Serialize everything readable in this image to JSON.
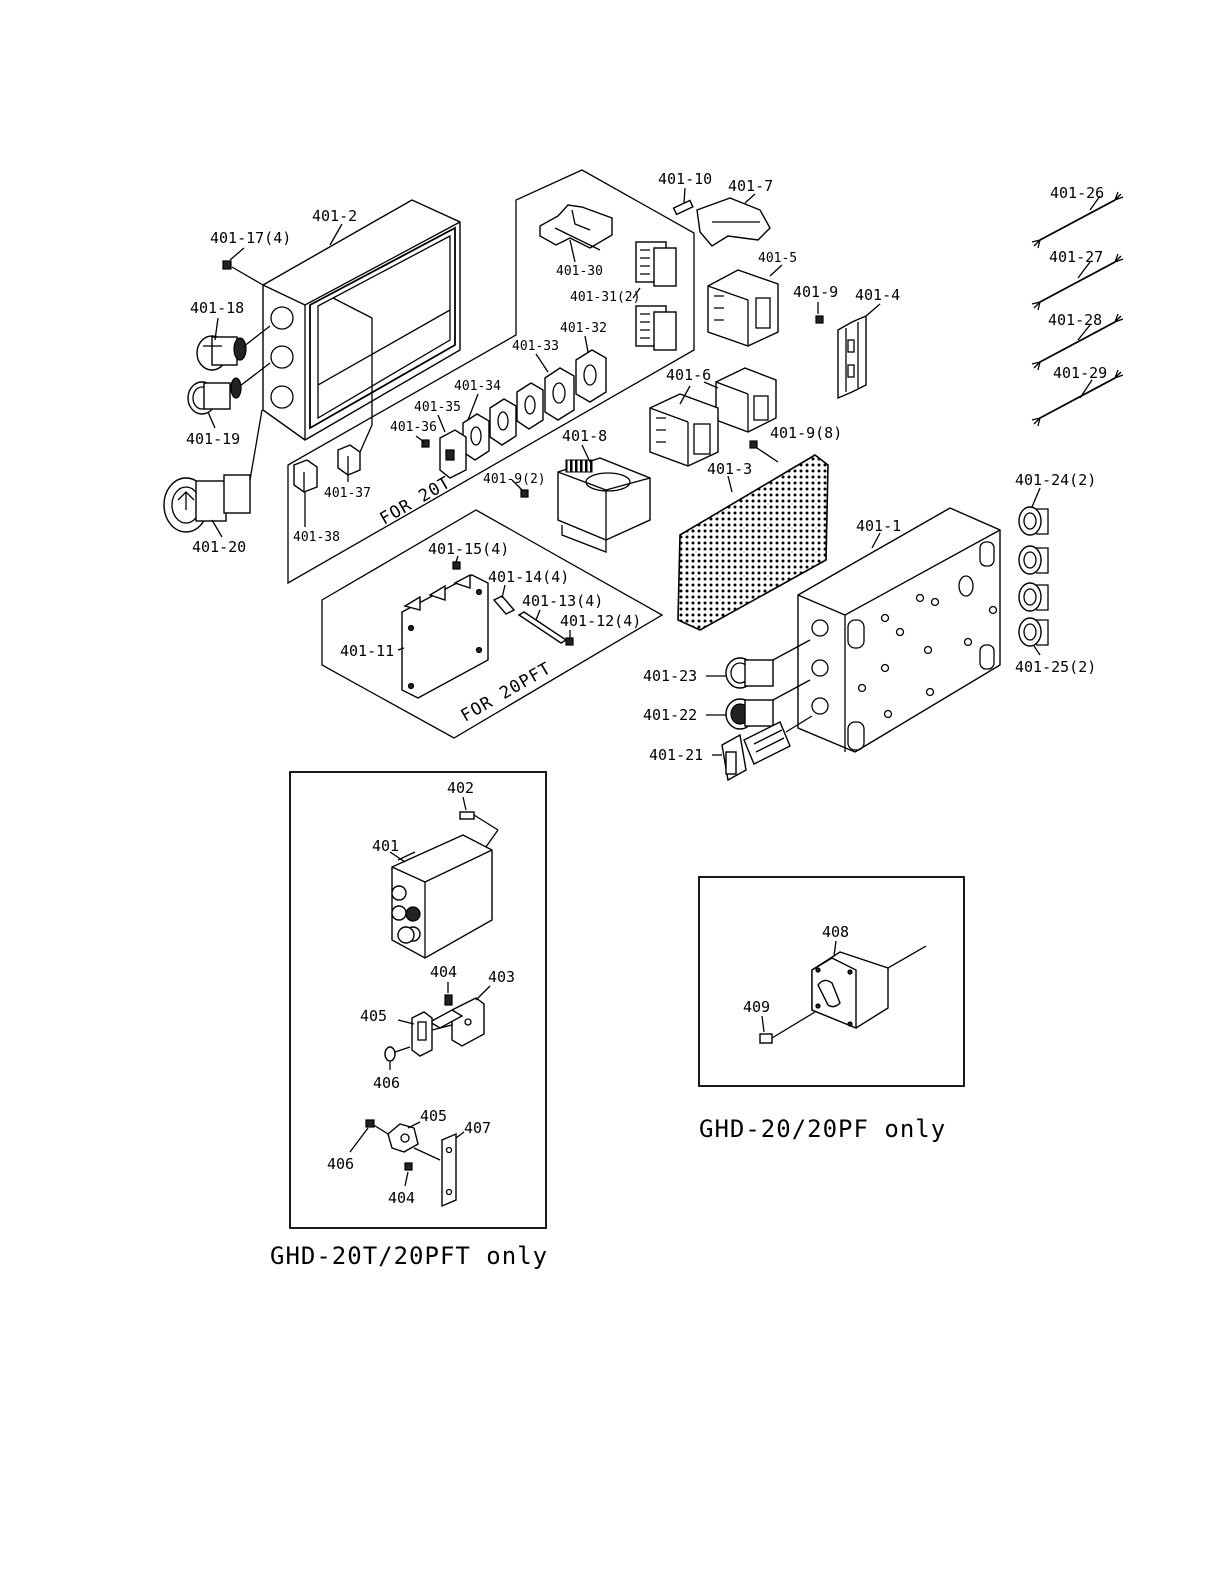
{
  "labels": {
    "l401_2": "401-2",
    "l401_17": "401-17(4)",
    "l401_18": "401-18",
    "l401_19": "401-19",
    "l401_20": "401-20",
    "l401_10": "401-10",
    "l401_7": "401-7",
    "l401_30": "401-30",
    "l401_31": "401-31(2)",
    "l401_32": "401-32",
    "l401_33": "401-33",
    "l401_34": "401-34",
    "l401_35": "401-35",
    "l401_36": "401-36",
    "l401_37": "401-37",
    "l401_38": "401-38",
    "l401_5": "401-5",
    "l401_9a": "401-9",
    "l401_4": "401-4",
    "l401_6": "401-6",
    "l401_8": "401-8",
    "l401_9b": "401-9(8)",
    "l401_9c": "401-9(2)",
    "l401_3": "401-3",
    "l401_26": "401-26",
    "l401_27": "401-27",
    "l401_28": "401-28",
    "l401_29": "401-29",
    "l401_24": "401-24(2)",
    "l401_1": "401-1",
    "l401_25": "401-25(2)",
    "l401_23": "401-23",
    "l401_22": "401-22",
    "l401_21": "401-21",
    "l401_15": "401-15(4)",
    "l401_14": "401-14(4)",
    "l401_13": "401-13(4)",
    "l401_12": "401-12(4)",
    "l401_11": "401-11",
    "for20t": "FOR 20T",
    "for20pft": "FOR 20PFT",
    "l402": "402",
    "l401": "401",
    "l404a": "404",
    "l403": "403",
    "l405a": "405",
    "l406a": "406",
    "l405b": "405",
    "l407": "407",
    "l406b": "406",
    "l404b": "404",
    "l408": "408",
    "l409": "409"
  },
  "captions": {
    "left": "GHD-20T/20PFT only",
    "right": "GHD-20/20PF only"
  }
}
